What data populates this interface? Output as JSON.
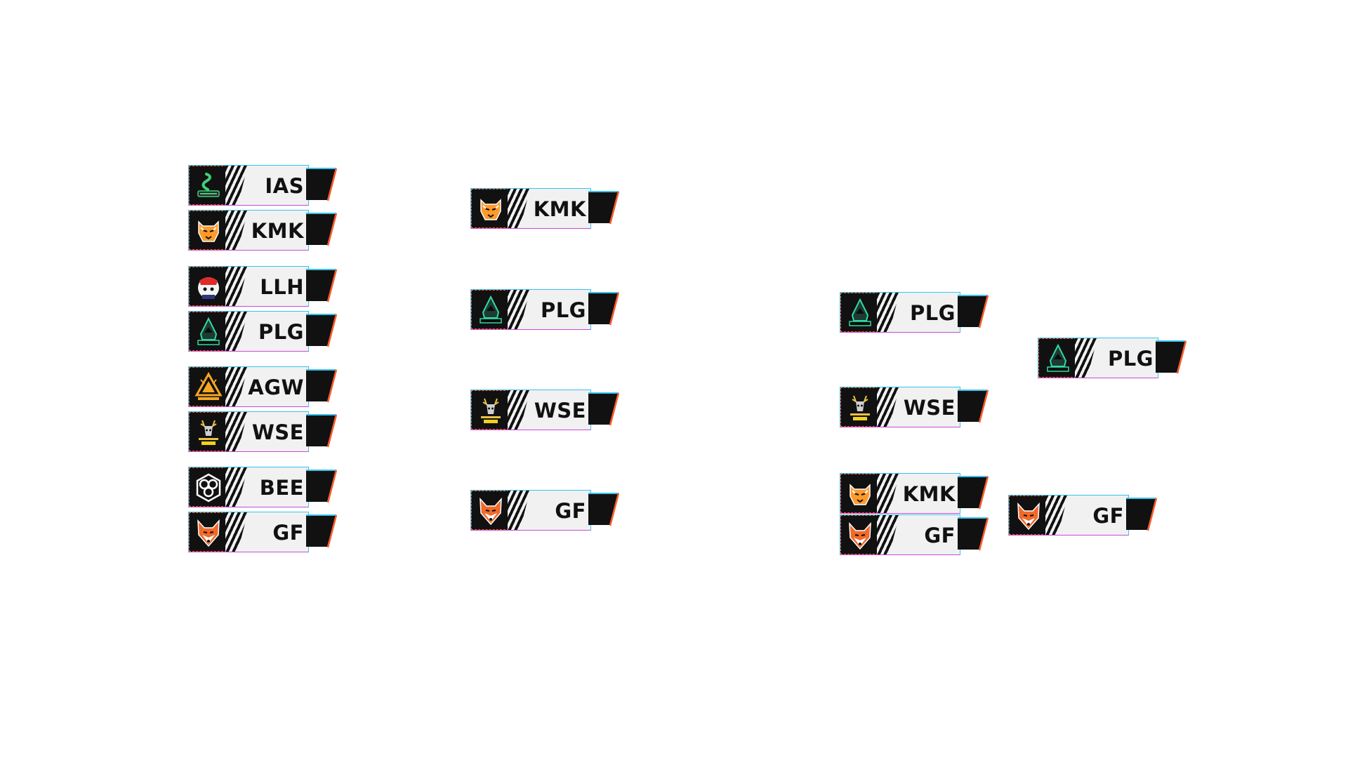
{
  "colors": {
    "panel": "#f1f1f1",
    "border_top": "#38c2f0",
    "border_bottom": "#c74bd8",
    "logo_bg": "#111111",
    "logo_dash": "#ff5a2a",
    "tab": "#111111",
    "tab_edge_top": "#38c2f0",
    "tab_edge_bottom": "#ff5a2a"
  },
  "bracket": {
    "round1": [
      {
        "abbr": "IAS",
        "logo": "spirit-logo-icon"
      },
      {
        "abbr": "KMK",
        "logo": "tiger-logo-icon"
      },
      {
        "abbr": "LLH",
        "logo": "llh-logo-icon"
      },
      {
        "abbr": "PLG",
        "logo": "hooded-figure-logo-icon"
      },
      {
        "abbr": "AGW",
        "logo": "afterglow-logo-icon"
      },
      {
        "abbr": "WSE",
        "logo": "stag-logo-icon"
      },
      {
        "abbr": "BEE",
        "logo": "hexagon-logo-icon"
      },
      {
        "abbr": "GF",
        "logo": "fox-logo-icon"
      }
    ],
    "round2": [
      {
        "abbr": "KMK",
        "logo": "tiger-logo-icon"
      },
      {
        "abbr": "PLG",
        "logo": "hooded-figure-logo-icon"
      },
      {
        "abbr": "WSE",
        "logo": "stag-logo-icon"
      },
      {
        "abbr": "GF",
        "logo": "fox-logo-icon"
      }
    ],
    "round3": [
      {
        "abbr": "PLG",
        "logo": "hooded-figure-logo-icon"
      },
      {
        "abbr": "WSE",
        "logo": "stag-logo-icon"
      }
    ],
    "final": [
      {
        "abbr": "PLG",
        "logo": "hooded-figure-logo-icon"
      }
    ],
    "lower": [
      {
        "abbr": "KMK",
        "logo": "tiger-logo-icon"
      },
      {
        "abbr": "GF",
        "logo": "fox-logo-icon"
      }
    ],
    "lower_final": [
      {
        "abbr": "GF",
        "logo": "fox-logo-icon"
      }
    ]
  }
}
